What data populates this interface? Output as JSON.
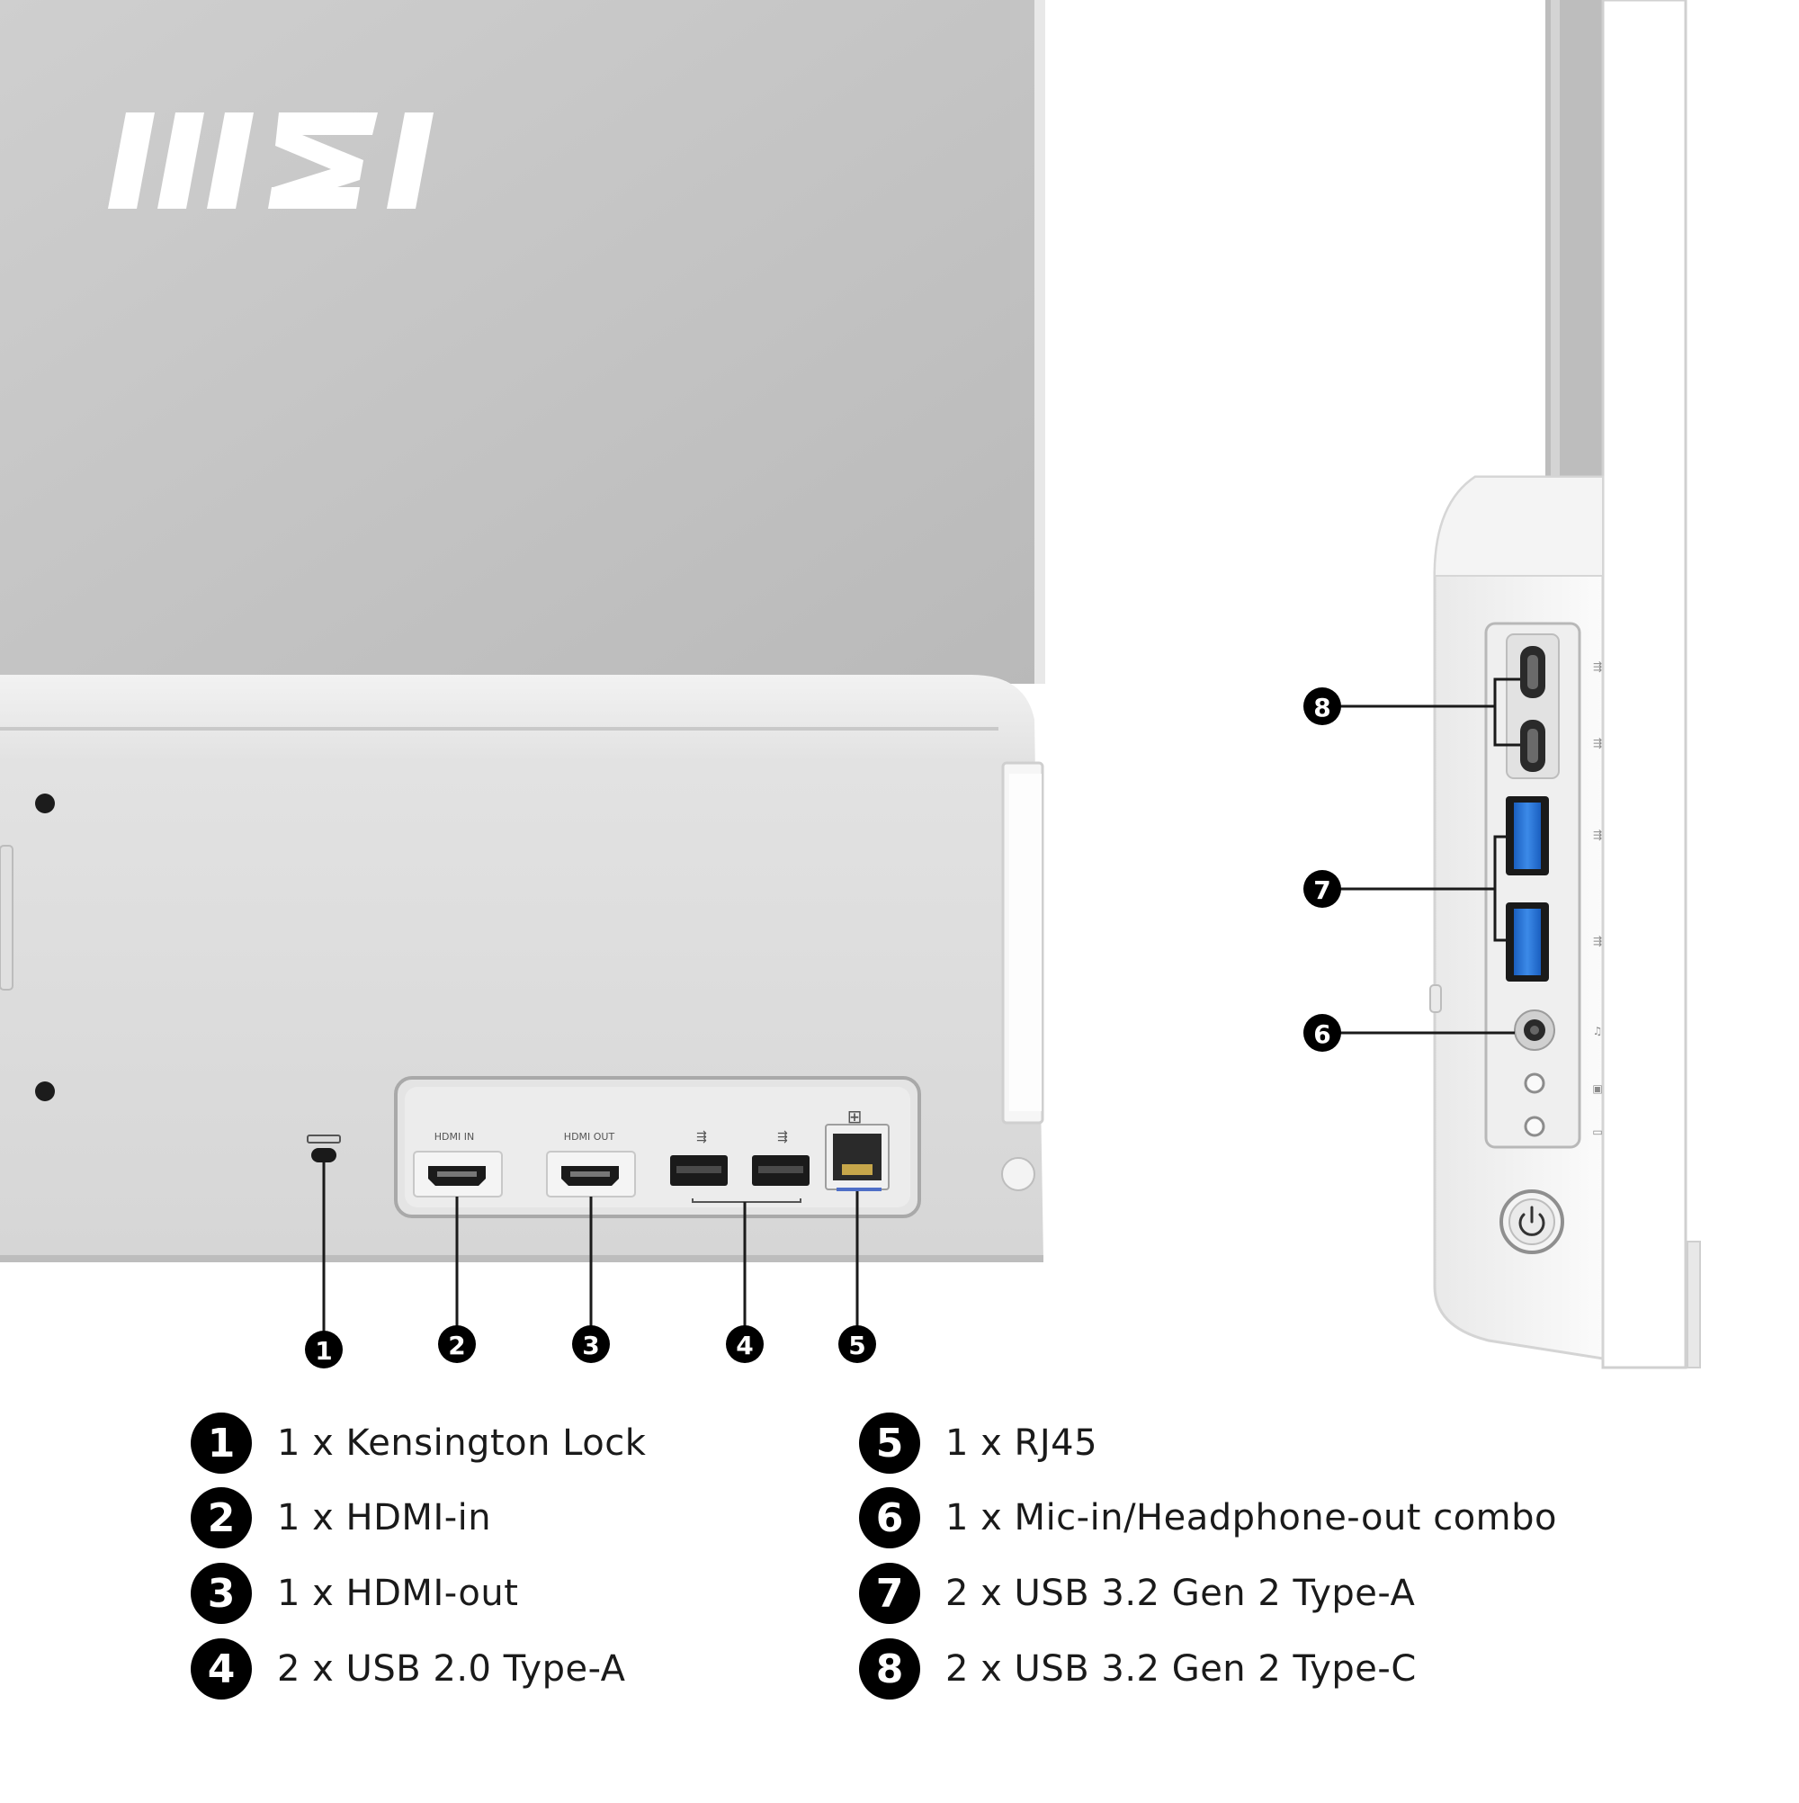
{
  "brand": {
    "logo_text": "MSI"
  },
  "port_labels": {
    "hdmi_in": "HDMI IN",
    "hdmi_out": "HDMI OUT"
  },
  "callouts": [
    {
      "number": "1",
      "label": "1 x Kensington Lock"
    },
    {
      "number": "2",
      "label": "1 x HDMI-in"
    },
    {
      "number": "3",
      "label": "1 x HDMI-out"
    },
    {
      "number": "4",
      "label": "2 x USB 2.0 Type-A"
    },
    {
      "number": "5",
      "label": "1 x RJ45"
    },
    {
      "number": "6",
      "label": "1 x Mic-in/Headphone-out combo"
    },
    {
      "number": "7",
      "label": "2 x USB 3.2 Gen 2 Type-A"
    },
    {
      "number": "8",
      "label": "2 x USB 3.2 Gen 2 Type-C"
    }
  ],
  "colors": {
    "chassis_top": "#c9c9c9",
    "chassis_bottom": "#d8d8d8",
    "port_panel": "#e6e6e6",
    "usb3_blue": "#1f6fd0",
    "badge": "#000000"
  }
}
